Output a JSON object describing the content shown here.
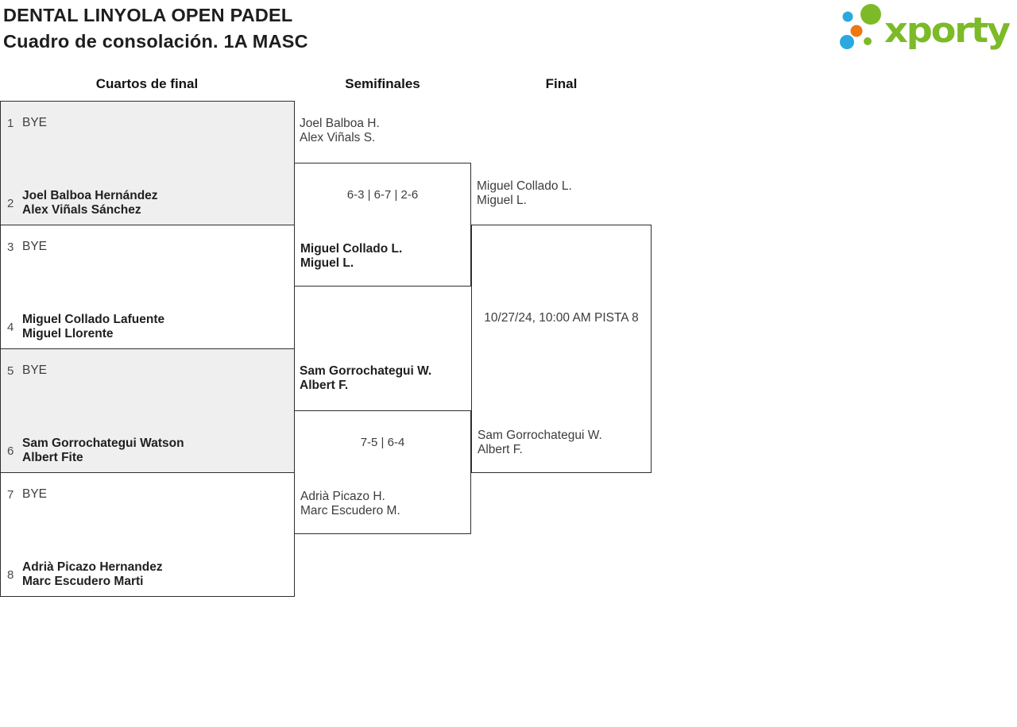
{
  "title": {
    "line1": "DENTAL LINYOLA OPEN PADEL",
    "line2": "Cuadro de consolación. 1A MASC"
  },
  "logo": {
    "text": "xporty",
    "green": "#7cba28",
    "blue": "#2aa9e0",
    "orange": "#ee7711"
  },
  "rounds": [
    {
      "label": "Cuartos de final"
    },
    {
      "label": "Semifinales"
    },
    {
      "label": "Final"
    }
  ],
  "quarterfinals": [
    {
      "slots": [
        {
          "seed": "1",
          "line1": "BYE",
          "winner": false
        },
        {
          "seed": "2",
          "line1": "Joel Balboa Hernández",
          "line2": "Alex Viñals Sánchez",
          "winner": true
        }
      ]
    },
    {
      "slots": [
        {
          "seed": "3",
          "line1": "BYE",
          "winner": false
        },
        {
          "seed": "4",
          "line1": "Miguel Collado Lafuente",
          "line2": "Miguel Llorente",
          "winner": true
        }
      ]
    },
    {
      "slots": [
        {
          "seed": "5",
          "line1": "BYE",
          "winner": false
        },
        {
          "seed": "6",
          "line1": "Sam Gorrochategui Watson",
          "line2": "Albert Fite",
          "winner": true
        }
      ]
    },
    {
      "slots": [
        {
          "seed": "7",
          "line1": "BYE",
          "winner": false
        },
        {
          "seed": "8",
          "line1": "Adrià Picazo Hernandez",
          "line2": "Marc Escudero Marti",
          "winner": true
        }
      ]
    }
  ],
  "semifinals": [
    {
      "score": "6-3 | 6-7 | 2-6",
      "top": {
        "line1": "Joel Balboa H.",
        "line2": "Alex Viñals S.",
        "winner": false
      },
      "bottom": {
        "line1": "Miguel Collado L.",
        "line2": "Miguel L.",
        "winner": true
      }
    },
    {
      "score": "7-5 | 6-4",
      "top": {
        "line1": "Sam Gorrochategui W.",
        "line2": "Albert F.",
        "winner": true
      },
      "bottom": {
        "line1": "Adrià Picazo H.",
        "line2": "Marc Escudero M.",
        "winner": false
      }
    }
  ],
  "final": {
    "schedule": "10/27/24, 10:00 AM PISTA 8",
    "top": {
      "line1": "Miguel Collado L.",
      "line2": "Miguel L.",
      "winner": false
    },
    "bottom": {
      "line1": "Sam Gorrochategui W.",
      "line2": "Albert F.",
      "winner": false
    }
  }
}
